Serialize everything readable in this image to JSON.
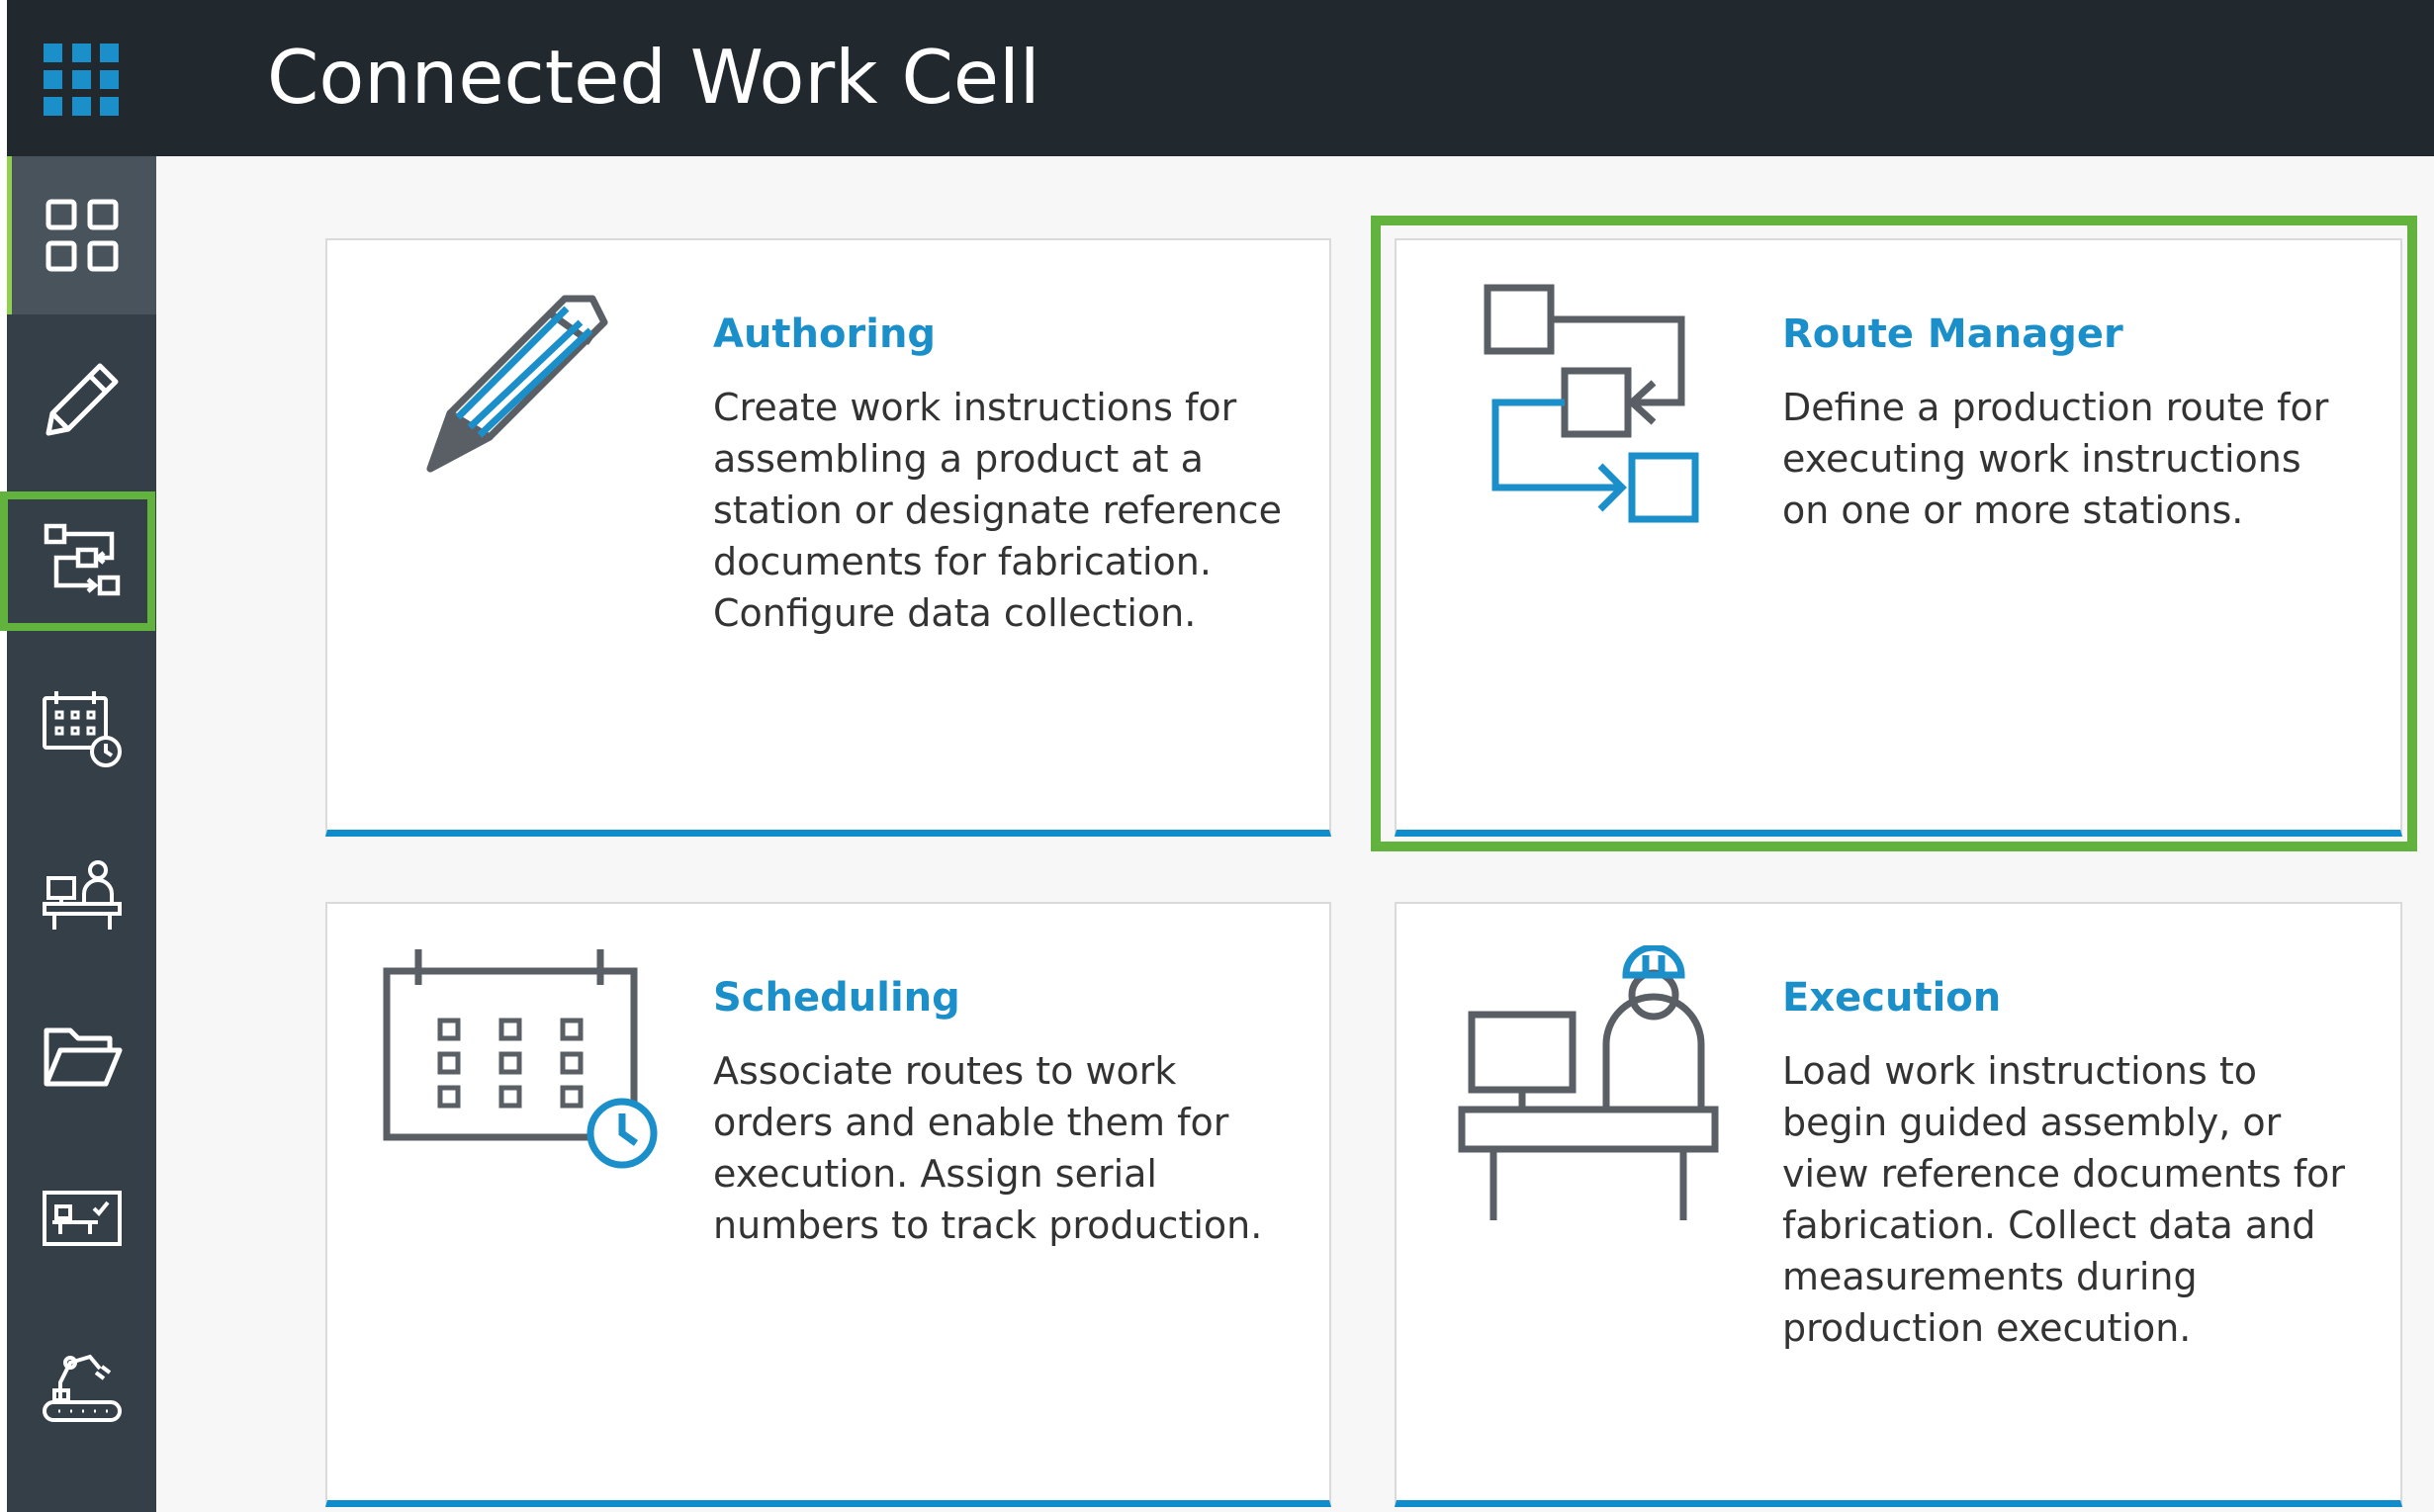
{
  "header": {
    "title": "Connected Work Cell",
    "menu_icon": "app-grid-icon",
    "background": "#22292e"
  },
  "sidebar": {
    "background": "#343f48",
    "highlight_color": "#62b33e",
    "items": [
      {
        "name": "dashboard",
        "icon": "dashboard-grid-icon",
        "active": true
      },
      {
        "name": "authoring",
        "icon": "pencil-icon"
      },
      {
        "name": "route-manager",
        "icon": "route-flow-icon",
        "highlighted": true
      },
      {
        "name": "scheduling",
        "icon": "calendar-clock-icon"
      },
      {
        "name": "execution",
        "icon": "operator-workstation-icon"
      },
      {
        "name": "documents",
        "icon": "folder-open-icon"
      },
      {
        "name": "station",
        "icon": "station-monitor-icon"
      },
      {
        "name": "equipment",
        "icon": "robot-conveyor-icon"
      }
    ]
  },
  "cards": [
    {
      "title": "Authoring",
      "description": "Create work instructions for assembling a product at a station or designate reference documents for fabrication. Configure data collection.",
      "icon": "pencil-icon"
    },
    {
      "title": "Route Manager",
      "description": "Define a production route for executing work instructions on one or more stations.",
      "icon": "route-flow-icon",
      "highlighted": true
    },
    {
      "title": "Scheduling",
      "description": "Associate routes to work orders and enable them for execution. Assign serial numbers to track production.",
      "icon": "calendar-clock-icon"
    },
    {
      "title": "Execution",
      "description": "Load work instructions to begin guided assembly, or view reference documents for fabrication. Collect data and measurements during production execution.",
      "icon": "operator-workstation-icon"
    }
  ],
  "colors": {
    "accent": "#1b8fc9",
    "card_bar": "#0e8ccc",
    "highlight": "#62b33e",
    "icon_gray": "#5a5f66"
  }
}
